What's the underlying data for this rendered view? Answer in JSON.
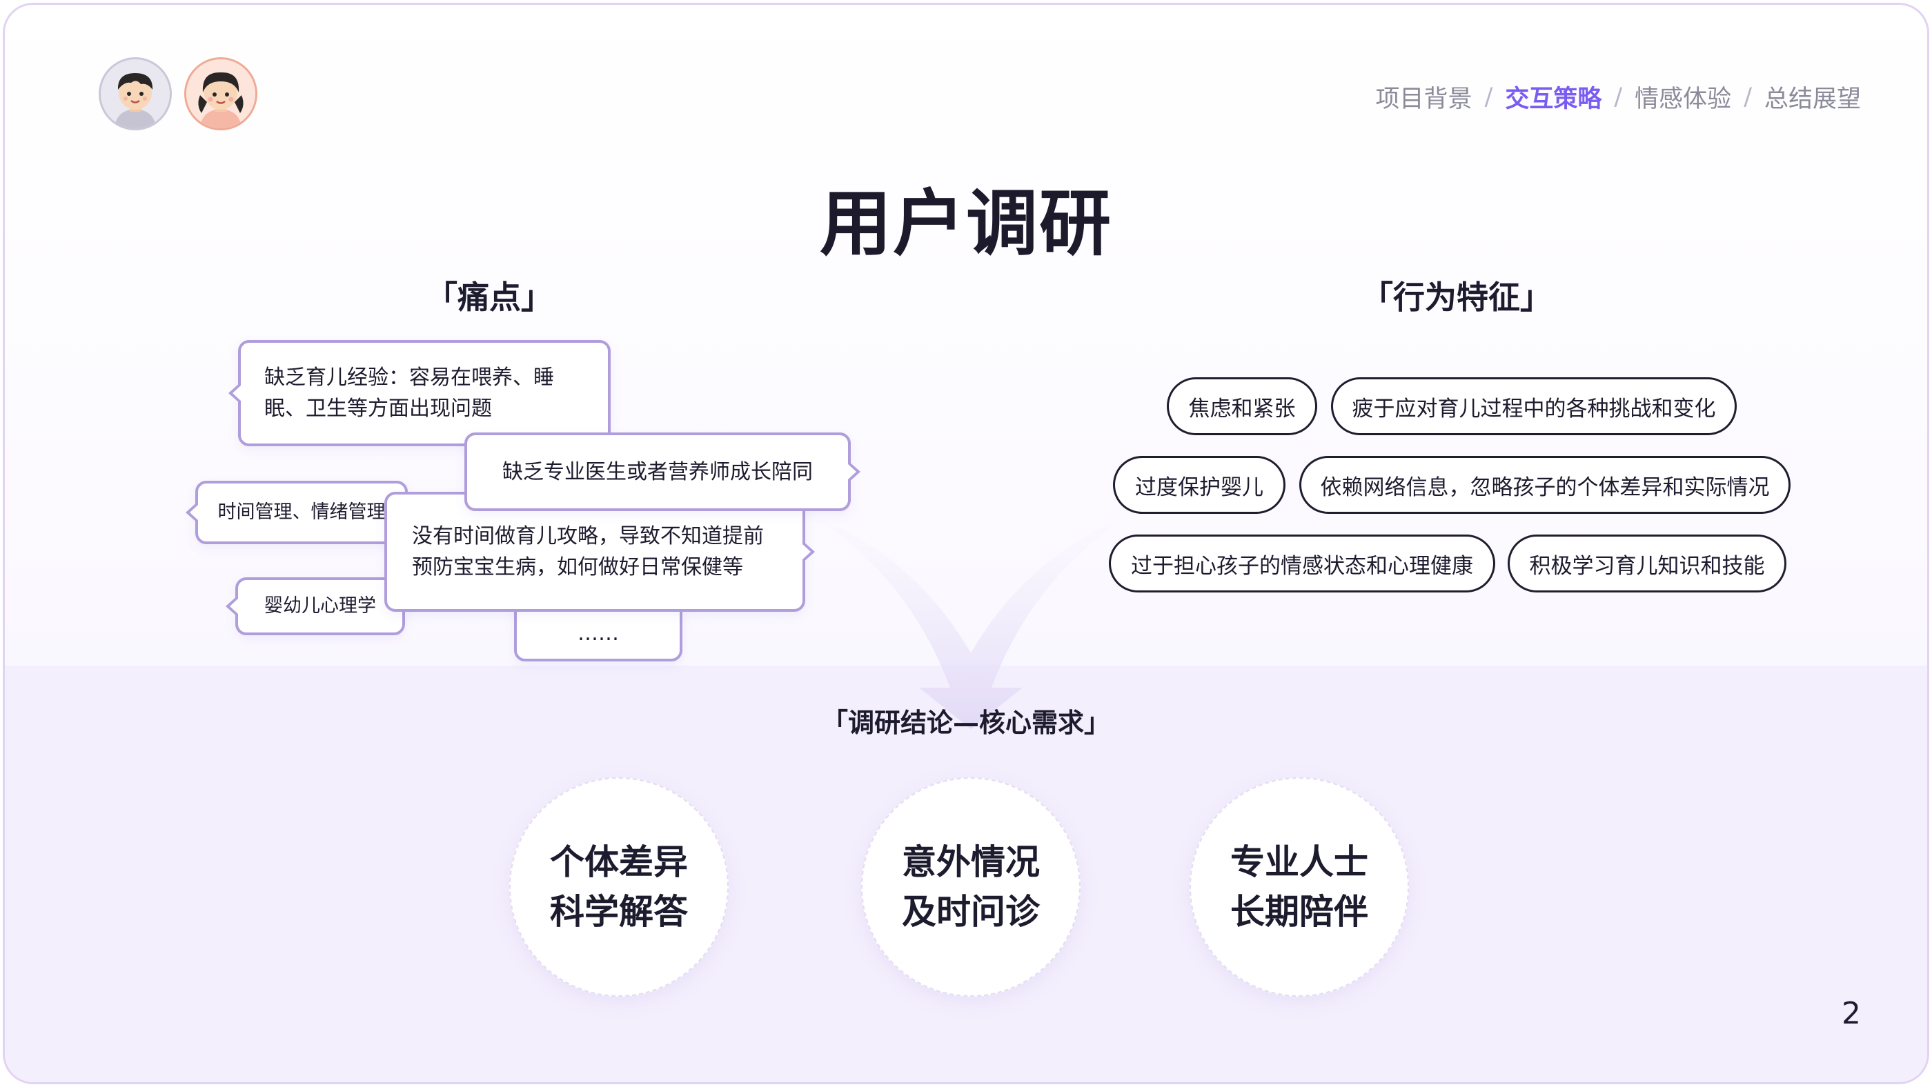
{
  "breadcrumb": {
    "items": [
      {
        "label": "项目背景",
        "active": false
      },
      {
        "label": "交互策略",
        "active": true
      },
      {
        "label": "情感体验",
        "active": false
      },
      {
        "label": "总结展望",
        "active": false
      }
    ],
    "separator": "/"
  },
  "title": "用户调研",
  "pain_points": {
    "heading": "「痛点」",
    "bubbles": [
      {
        "lines": [
          "缺乏育儿经验：容易在喂养、睡",
          "眠、卫生等方面出现问题"
        ]
      },
      {
        "lines": [
          "缺乏专业医生或者营养师成长陪同"
        ]
      },
      {
        "lines": [
          "时间管理、情绪管理"
        ]
      },
      {
        "lines": [
          "没有时间做育儿攻略，导致不知道提前",
          "预防宝宝生病，如何做好日常保健等"
        ]
      },
      {
        "lines": [
          "婴幼儿心理学"
        ]
      },
      {
        "lines": [
          "……"
        ]
      }
    ]
  },
  "behaviors": {
    "heading": "「行为特征」",
    "tags": [
      "焦虑和紧张",
      "疲于应对育儿过程中的各种挑战和变化",
      "过度保护婴儿",
      "依赖网络信息，忽略孩子的个体差异和实际情况",
      "过于担心孩子的情感状态和心理健康",
      "积极学习育儿知识和技能"
    ]
  },
  "conclusion": {
    "heading": "「调研结论—核心需求」",
    "needs": [
      {
        "line1": "个体差异",
        "line2": "科学解答"
      },
      {
        "line1": "意外情况",
        "line2": "及时问诊"
      },
      {
        "line1": "专业人士",
        "line2": "长期陪伴"
      }
    ]
  },
  "page_number": "2",
  "icons": {
    "avatar_boy": "boy-avatar-icon",
    "avatar_girl": "girl-avatar-icon",
    "funnel": "down-arrow-icon"
  },
  "colors": {
    "accent": "#7a5cf0",
    "bubble_border": "#b09ddc",
    "band": "#f4effd",
    "text": "#1d1b2e"
  }
}
